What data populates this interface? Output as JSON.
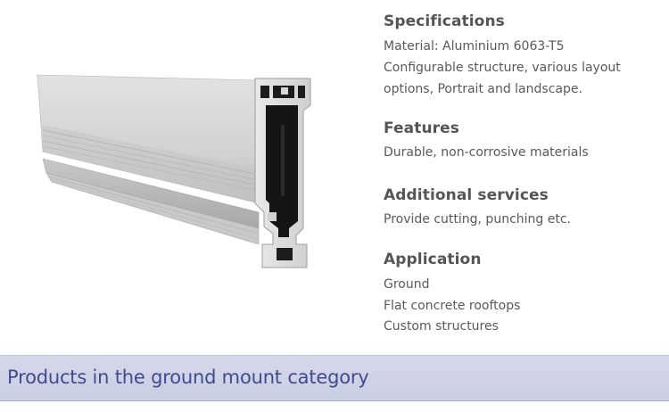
{
  "specifications": {
    "heading": "Specifications",
    "lines": [
      "Material: Aluminium 6063-T5",
      "Configurable structure, various layout",
      "options, Portrait and landscape."
    ]
  },
  "features": {
    "heading": "Features",
    "lines": [
      "Durable, non-corrosive materials"
    ]
  },
  "additional_services": {
    "heading": "Additional services",
    "lines": [
      "Provide cutting, punching etc."
    ]
  },
  "application": {
    "heading": "Application",
    "lines": [
      "Ground",
      "Flat concrete rooftops",
      "Custom structures"
    ]
  },
  "category_bar": {
    "title": "Products in the ground mount category"
  },
  "colors": {
    "heading_text": "#555555",
    "body_text": "#595959",
    "bar_background": "#cdd1e5",
    "bar_text": "#3f4a8f",
    "aluminium_light": "#dcdcdc",
    "aluminium_dark": "#9a9a9a",
    "profile_cavity": "#1a1a1a"
  },
  "image": {
    "icon": "aluminium-rail-profile"
  }
}
